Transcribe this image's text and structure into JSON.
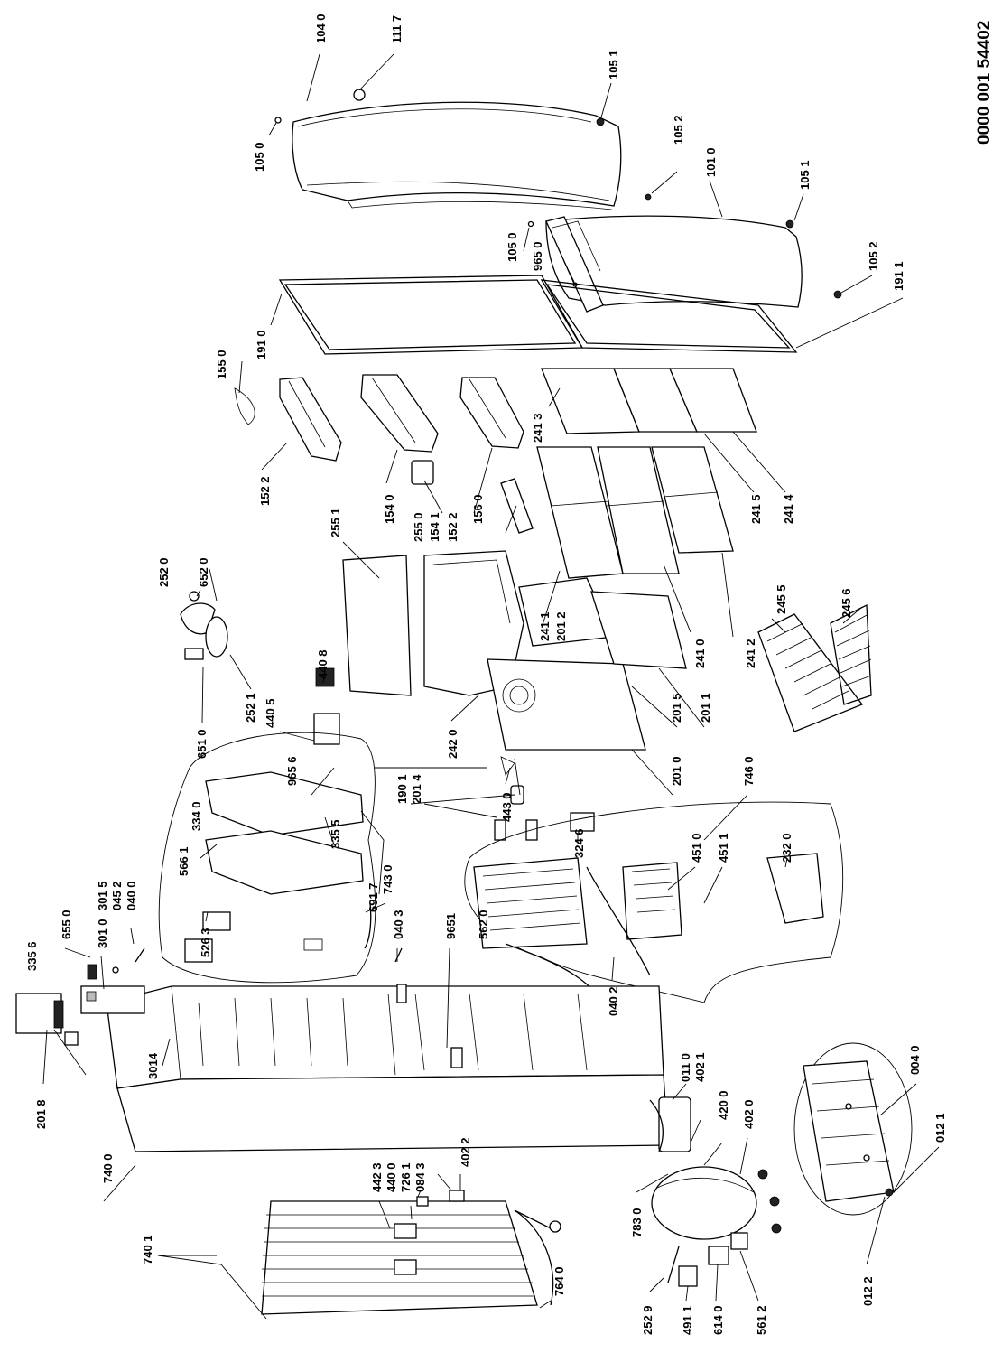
{
  "document_number": "0000 001 54402",
  "labels": {
    "l1117": "111 7",
    "l1040": "104 0",
    "l1051a": "105 1",
    "l1050a": "105 0",
    "l1052a": "105 2",
    "l1010": "101 0",
    "l1051b": "105 1",
    "l1050b": "105 0",
    "l9650": "965 0",
    "l1052b": "105 2",
    "l1911": "191 1",
    "l1910": "191 0",
    "l1550": "155 0",
    "l1522a": "152 2",
    "l1540": "154 0",
    "l2550": "255 0",
    "l1541": "154 1",
    "l1522b": "152 2",
    "l1560": "156 0",
    "l2413": "241 3",
    "l2415": "241 5",
    "l2414": "241 4",
    "l2520": "252 0",
    "l6520": "652 0",
    "l2551": "255 1",
    "l2411": "241 1",
    "l2012": "201 2",
    "l2410": "241 0",
    "l2412": "241 2",
    "l2455": "245 5",
    "l2456": "245 6",
    "l6510": "651 0",
    "l2521": "252 1",
    "l4408": "440 8",
    "l4405": "440 5",
    "l2015": "201 5",
    "l2011": "201 1",
    "l9656": "965 6",
    "l2420": "242 0",
    "l1901": "190 1",
    "l2014": "201 4",
    "l2010": "201 0",
    "l7460": "746 0",
    "l3340": "334 0",
    "l4430": "443 0",
    "l3355": "335 5",
    "l5661": "566 1",
    "l3246": "324 6",
    "l4510": "451 0",
    "l4511": "451 1",
    "l2320": "232 0",
    "l6917": "691 7",
    "l7430": "743 0",
    "l5263": "526 3",
    "l6550": "655 0",
    "l3010": "301 0",
    "l3015": "301 5",
    "l0452": "045 2",
    "l0400": "040 0",
    "l0403": "040 3",
    "l9651": "9651",
    "l5620": "562 0",
    "l0402": "040 2",
    "l3356": "335 6",
    "l2018": "201 8",
    "l3014": "3014",
    "l7400": "740 0",
    "l4423": "442 3",
    "l4400": "440 0",
    "l7261": "726 1",
    "l0843": "084 3",
    "l4022": "402 2",
    "l0110": "011 0",
    "l4021": "402 1",
    "l4200": "420 0",
    "l4020": "402 0",
    "l0040": "004 0",
    "l0121": "012 1",
    "l7401": "740 1",
    "l7640": "764 0",
    "l7830": "783 0",
    "l0122": "012 2",
    "l2529": "252 9",
    "l4911": "491 1",
    "l6140": "614 0",
    "l5612": "561 2"
  }
}
